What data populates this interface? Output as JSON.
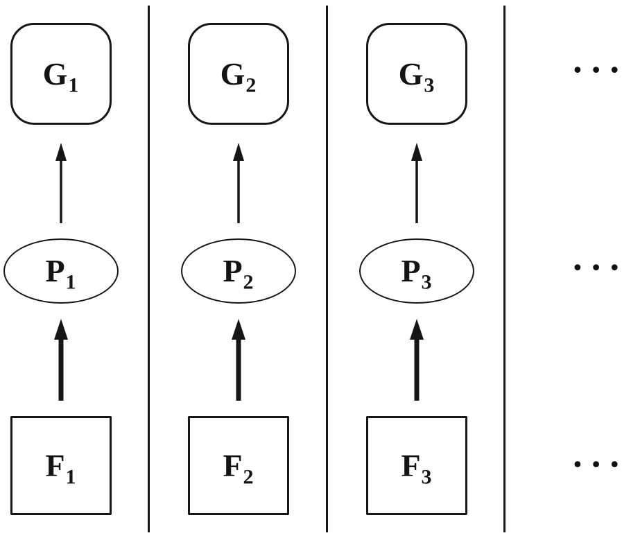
{
  "diagram": {
    "title": "",
    "columns": [
      {
        "g": {
          "base": "G",
          "sub": "1"
        },
        "p": {
          "base": "P",
          "sub": "1"
        },
        "f": {
          "base": "F",
          "sub": "1"
        },
        "arrows": [
          {
            "from": "F1",
            "to": "P1",
            "style": "thick",
            "direction": "up"
          },
          {
            "from": "P1",
            "to": "G1",
            "style": "thin",
            "direction": "up"
          }
        ]
      },
      {
        "g": {
          "base": "G",
          "sub": "2"
        },
        "p": {
          "base": "P",
          "sub": "2"
        },
        "f": {
          "base": "F",
          "sub": "2"
        },
        "arrows": [
          {
            "from": "F2",
            "to": "P2",
            "style": "thick",
            "direction": "up"
          },
          {
            "from": "P2",
            "to": "G2",
            "style": "thin",
            "direction": "up"
          }
        ]
      },
      {
        "g": {
          "base": "G",
          "sub": "3"
        },
        "p": {
          "base": "P",
          "sub": "3"
        },
        "f": {
          "base": "F",
          "sub": "3"
        },
        "arrows": [
          {
            "from": "F3",
            "to": "P3",
            "style": "thick",
            "direction": "up"
          },
          {
            "from": "P3",
            "to": "G3",
            "style": "thin",
            "direction": "up"
          }
        ]
      }
    ],
    "ellipsis": {
      "icon": "ellipsis-dots",
      "glyph": "•••",
      "rows": [
        "g-level",
        "p-level",
        "f-level"
      ]
    },
    "colors": {
      "ink": "#161616",
      "background": "#ffffff"
    },
    "node_shapes": {
      "g": "rounded-square",
      "p": "ellipse",
      "f": "square"
    }
  }
}
